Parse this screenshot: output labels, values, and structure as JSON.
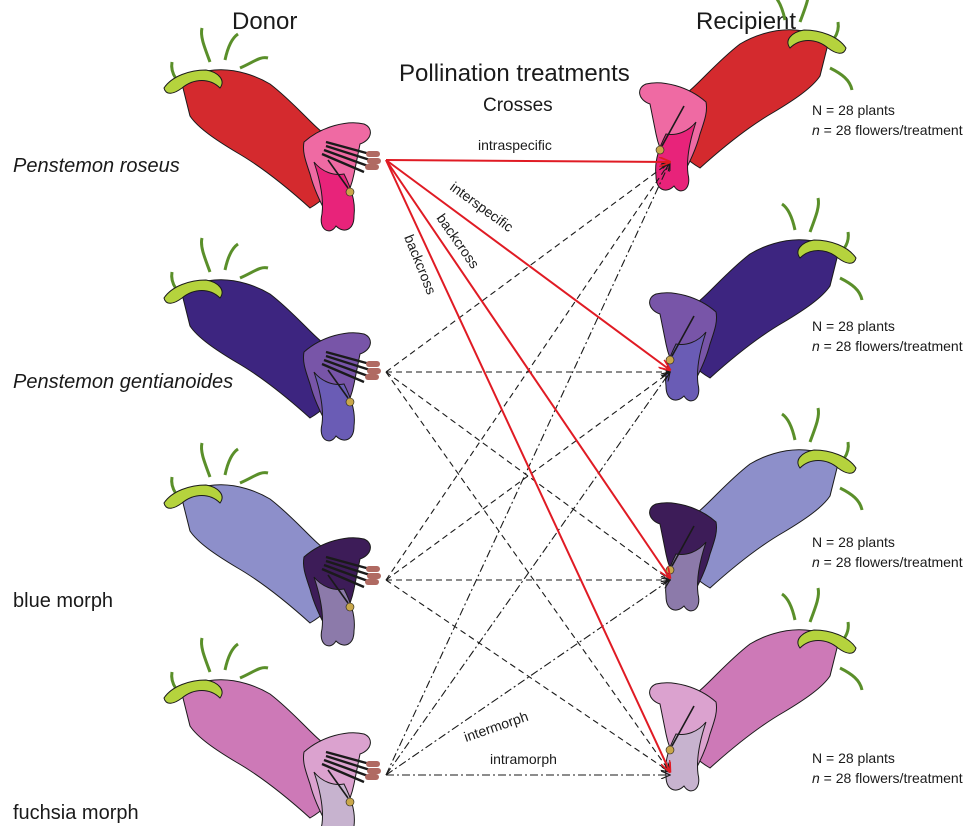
{
  "headers": {
    "donor": "Donor",
    "recipient": "Recipient",
    "title": "Pollination treatments",
    "subtitle": "Crosses"
  },
  "donors": [
    {
      "name": "Penstemon roseus",
      "italic": true,
      "tube": "#d42a2e",
      "lip": "#e8237a",
      "throat": "#ef6aa3"
    },
    {
      "name": "Penstemon gentianoides",
      "italic": true,
      "tube": "#3d2580",
      "lip": "#6a5cb5",
      "throat": "#7855a8"
    },
    {
      "name": "blue morph",
      "italic": false,
      "tube": "#8d8fca",
      "lip": "#8c7aaa",
      "throat": "#3d1c58"
    },
    {
      "name": "fuchsia morph",
      "italic": false,
      "tube": "#cd79b7",
      "lip": "#c7b3cf",
      "throat": "#dba2cf"
    }
  ],
  "recipients": [
    {
      "stat_plants": "N = 28 plants",
      "stat_n": "n",
      "stat_flowers": " = 28 flowers/treatment"
    },
    {
      "stat_plants": "N = 28 plants",
      "stat_n": "n",
      "stat_flowers": " = 28 flowers/treatment"
    },
    {
      "stat_plants": "N = 28 plants",
      "stat_n": "n",
      "stat_flowers": " = 28 flowers/treatment"
    },
    {
      "stat_plants": "N = 28 plants",
      "stat_n": "n",
      "stat_flowers": " = 28 flowers/treatment"
    }
  ],
  "treatment_labels": {
    "intraspecific": "intraspecific",
    "interspecific": "interspecific",
    "backcross_a": "backcross",
    "backcross_b": "backcross",
    "intermorph": "intermorph",
    "intramorph": "intramorph"
  },
  "colors": {
    "cross_red": "#e01b24",
    "sepal_green": "#5a8f2a",
    "petal_green": "#b5d33d",
    "dashed": "#1a1a1a"
  }
}
